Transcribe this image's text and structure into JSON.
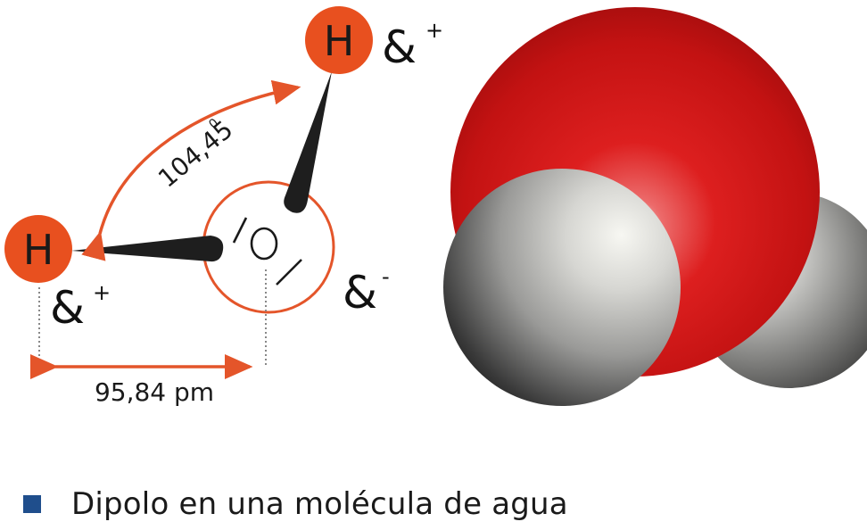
{
  "atoms": {
    "hydrogen_top_label": "H",
    "hydrogen_left_label": "H",
    "oxygen_label": "O"
  },
  "charges": {
    "top_hydrogen": {
      "symbol": "&",
      "sign": "+"
    },
    "left_hydrogen": {
      "symbol": "&",
      "sign": "+"
    },
    "oxygen": {
      "symbol": "&",
      "sign": "-"
    }
  },
  "measurements": {
    "bond_angle": "104,45",
    "bond_angle_degree_mark": "0",
    "bond_length": "95,84 pm"
  },
  "caption": {
    "text": "Dipolo en una molécula de agua"
  },
  "colors": {
    "hydrogen_fill": "#e8501f",
    "arrow": "#e4552a",
    "oxygen_ring": "#e4552a",
    "bond": "#1e1e1e",
    "caption_marker": "#1f4e8c",
    "oxygen_sphere": "#d51e1e",
    "hydrogen_sphere": "#d9d9d9"
  }
}
